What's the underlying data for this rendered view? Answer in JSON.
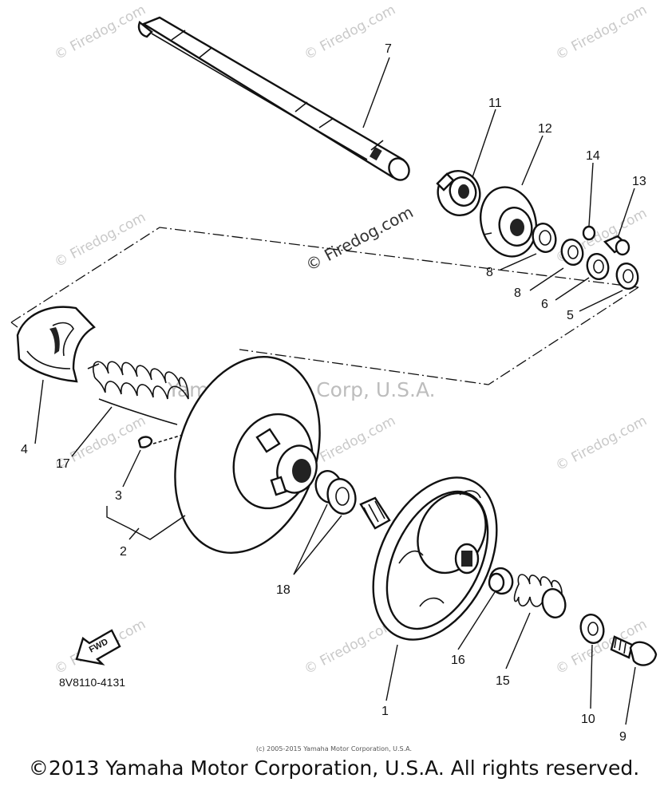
{
  "diagram": {
    "callouts": {
      "c1": "1",
      "c2": "2",
      "c3": "3",
      "c4": "4",
      "c5": "5",
      "c6": "6",
      "c7": "7",
      "c8a": "8",
      "c8b": "8",
      "c9": "9",
      "c10": "10",
      "c11": "11",
      "c12": "12",
      "c13": "13",
      "c14": "14",
      "c15": "15",
      "c16": "16",
      "c17": "17",
      "c18": "18"
    },
    "fwd_label": "FWD",
    "part_number": "8V8110-4131"
  },
  "watermarks": {
    "site": "© Firedog.com",
    "company": "Yamaha Motor Corp, U.S.A."
  },
  "footer": {
    "small_credit": "(c) 2005-2015 Yamaha Motor Corporation, U.S.A.",
    "copyright": "©2013 Yamaha Motor Corporation, U.S.A. All rights reserved."
  }
}
